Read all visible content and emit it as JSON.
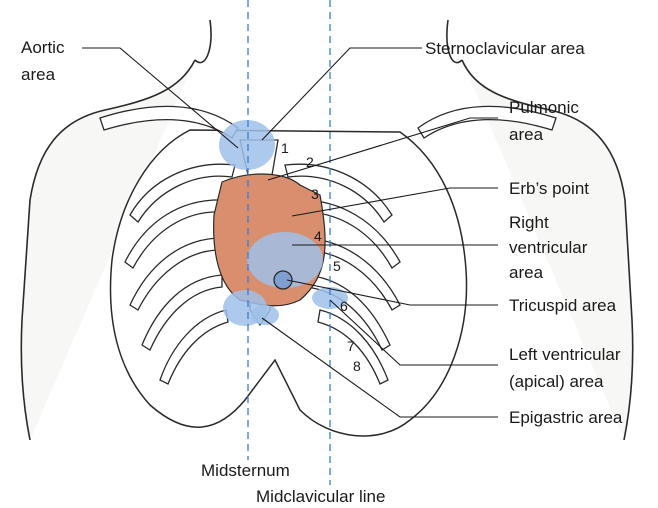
{
  "labels": {
    "aortic": "Aortic",
    "aortic2": "area",
    "sternoclavicular": "Sternoclavicular area",
    "pulmonic": "Pulmonic",
    "pulmonic2": "area",
    "erbs": "Erb’s point",
    "right_ventricular1": "Right",
    "right_ventricular2": "ventricular",
    "right_ventricular3": "area",
    "tricuspid": "Tricuspid area",
    "left_ventricular1": "Left ventricular",
    "left_ventricular2": "(apical) area",
    "epigastric": "Epigastric area",
    "midsternum": "Midsternum",
    "midclavicular": "Midclavicular line"
  },
  "intercostal_numbers": [
    "1",
    "2",
    "3",
    "4",
    "5",
    "6",
    "7",
    "8"
  ],
  "colors": {
    "heart": "#d98f6e",
    "auscultation_area": "#9fbfe8",
    "reference_line": "#3a7bd5"
  }
}
